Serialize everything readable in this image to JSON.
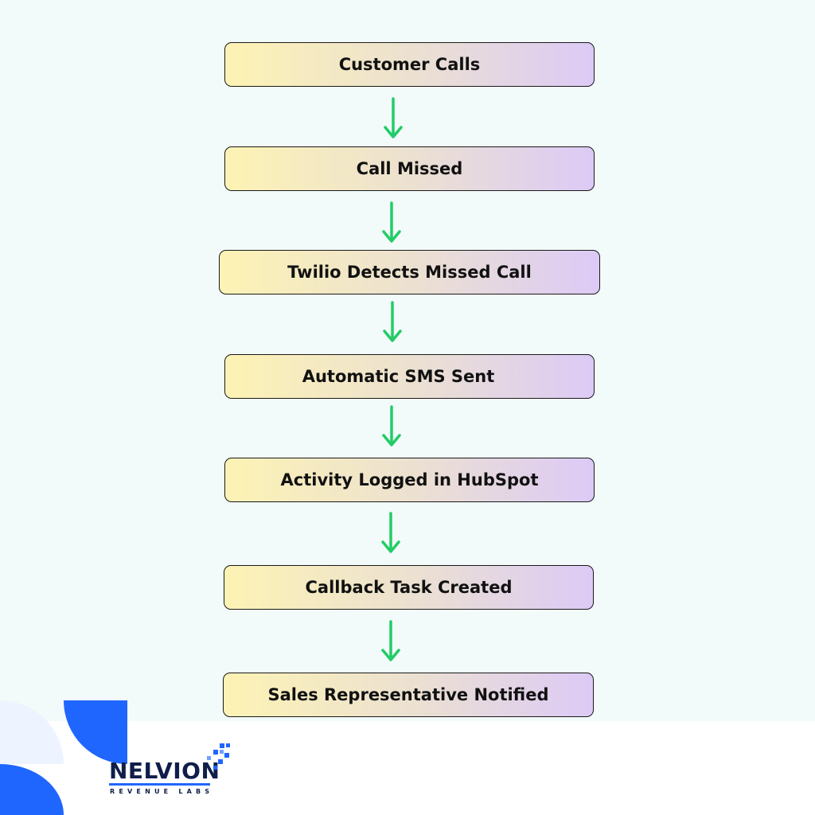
{
  "flow": {
    "steps": [
      "Customer Calls",
      "Call Missed",
      "Twilio Detects Missed Call",
      "Automatic SMS Sent",
      "Activity Logged in HubSpot",
      "Callback Task Created",
      "Sales Representative Notified"
    ],
    "arrow_color": "#22cc66",
    "box_gradient": [
      "#fdf3b4",
      "#dccaf6"
    ]
  },
  "logo": {
    "name": "NELVION",
    "subtitle": "REVENUE LABS",
    "accent_color": "#1f66ff"
  }
}
